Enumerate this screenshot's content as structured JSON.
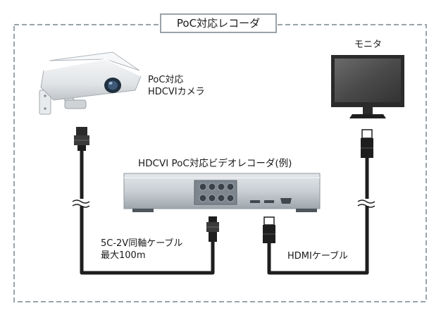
{
  "frame": {
    "title": "PoC対応レコーダ"
  },
  "camera": {
    "label_line1": "PoC対応",
    "label_line2": "HDCVIカメラ"
  },
  "monitor": {
    "label": "モニタ"
  },
  "recorder": {
    "label": "HDCVI PoC対応ビデオレコーダ(例)"
  },
  "coax_cable": {
    "label_line1": "5C-2V同軸ケーブル",
    "label_line2": "最大100m"
  },
  "hdmi_cable": {
    "label": "HDMIケーブル"
  },
  "colors": {
    "frame_border": "#9aa3a8",
    "cable": "#1e1e1e",
    "recorder_body": "#b9c0c6",
    "monitor_bezel": "#2b2b2b",
    "screen": "#4a4a4a"
  }
}
